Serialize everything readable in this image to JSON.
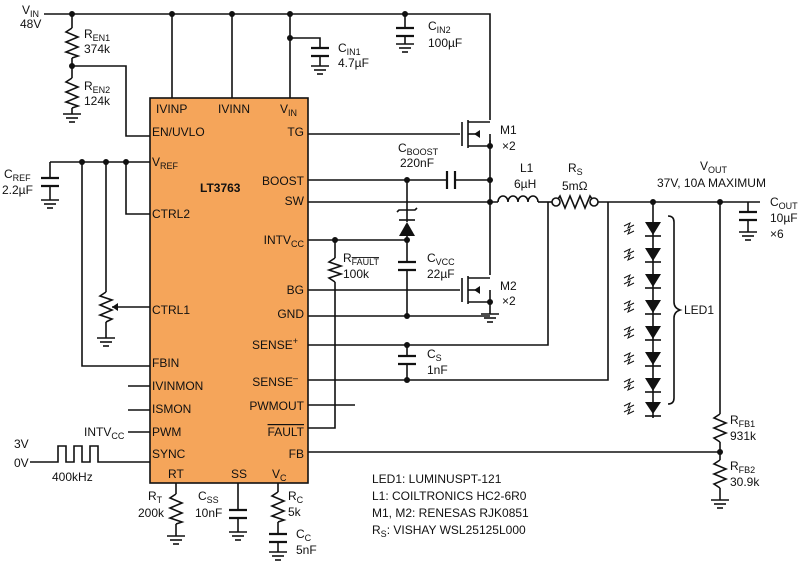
{
  "chip": {
    "name": "LT3763",
    "pins": {
      "ivinp": "IVINP",
      "ivinn": "IVINN",
      "vin": "V",
      "vin_sub": "IN",
      "en_uvlo": "EN/UVLO",
      "tg": "TG",
      "vref": "V",
      "vref_sub": "REF",
      "boost": "BOOST",
      "sw": "SW",
      "ctrl2": "CTRL2",
      "intvcc": "INTV",
      "intvcc_sub": "CC",
      "ctrl1": "CTRL1",
      "bg": "BG",
      "gnd": "GND",
      "sense_p": "SENSE",
      "sense_p_sup": "+",
      "fbin": "FBIN",
      "sense_n": "SENSE",
      "sense_n_sup": "–",
      "ivinmon": "IVINMON",
      "pwmout": "PWMOUT",
      "ismon": "ISMON",
      "pwm": "PWM",
      "fault": "FAULT",
      "sync": "SYNC",
      "fb": "FB",
      "rt": "RT",
      "ss": "SS",
      "vc": "V",
      "vc_sub": "C"
    }
  },
  "labels": {
    "vin": {
      "main": "V",
      "sub": "IN",
      "value": "48V"
    },
    "ren1": {
      "main": "R",
      "sub": "EN1",
      "value": "374k"
    },
    "ren2": {
      "main": "R",
      "sub": "EN2",
      "value": "124k"
    },
    "cin1": {
      "main": "C",
      "sub": "IN1",
      "value": "4.7µF"
    },
    "cin2": {
      "main": "C",
      "sub": "IN2",
      "value": "100µF"
    },
    "cref": {
      "main": "C",
      "sub": "REF",
      "value": "2.2µF"
    },
    "m1": {
      "name": "M1",
      "mult": "×2"
    },
    "m2": {
      "name": "M2",
      "mult": "×2"
    },
    "cboost": {
      "main": "C",
      "sub": "BOOST",
      "value": "220nF"
    },
    "l1": {
      "name": "L1",
      "value": "6µH"
    },
    "rs": {
      "main": "R",
      "sub": "S",
      "value": "5mΩ"
    },
    "vout": {
      "main": "V",
      "sub": "OUT",
      "value": "37V, 10A MAXIMUM"
    },
    "cout": {
      "main": "C",
      "sub": "OUT",
      "value": "10µF",
      "mult": "×6"
    },
    "rfault": {
      "main": "R",
      "sub": "FAULT",
      "value": "100k"
    },
    "cvcc": {
      "main": "C",
      "sub": "VCC",
      "value": "22µF"
    },
    "led1": "LED1",
    "cs": {
      "main": "C",
      "sub": "S",
      "value": "1nF"
    },
    "intvcc_src": {
      "main": "INTV",
      "sub": "CC"
    },
    "v3": "3V",
    "v0": "0V",
    "freq": "400kHz",
    "rt": {
      "main": "R",
      "sub": "T",
      "value": "200k"
    },
    "css": {
      "main": "C",
      "sub": "SS",
      "value": "10nF"
    },
    "rc": {
      "main": "R",
      "sub": "C",
      "value": "5k"
    },
    "cc": {
      "main": "C",
      "sub": "C",
      "value": "5nF"
    },
    "rfb1": {
      "main": "R",
      "sub": "FB1",
      "value": "931k"
    },
    "rfb2": {
      "main": "R",
      "sub": "FB2",
      "value": "30.9k"
    }
  },
  "notes": [
    "LED1: LUMINUSPT-121",
    "L1: COILTRONICS HC2-6R0",
    "M1, M2: RENESAS RJK0851",
    {
      "main": "R",
      "sub": "S",
      "rest": ": VISHAY WSL25125L000"
    }
  ]
}
